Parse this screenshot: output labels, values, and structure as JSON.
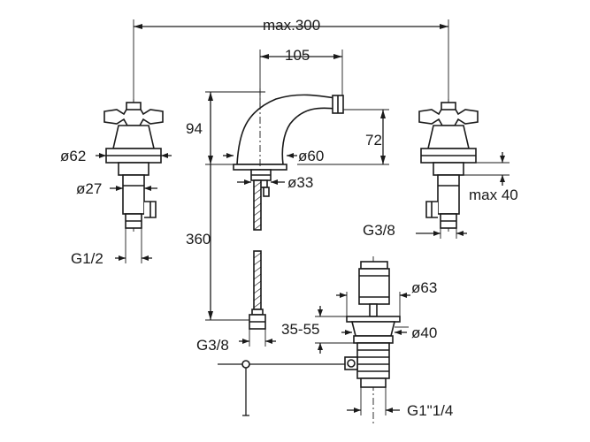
{
  "dimensions": {
    "max_width": "max.300",
    "spout_reach": "105",
    "height_94": "94",
    "height_72": "72",
    "left_valve_dia": "ø62",
    "left_stem_dia": "ø27",
    "left_thread": "G1/2",
    "base_dia": "ø60",
    "shank_dia": "ø33",
    "hose_length": "360",
    "hose_thread": "G3/8",
    "right_max": "max 40",
    "right_thread": "G3/8",
    "waste_dia_top": "ø63",
    "waste_range": "35-55",
    "waste_dia_body": "ø40",
    "waste_thread": "G1\"1/4"
  }
}
